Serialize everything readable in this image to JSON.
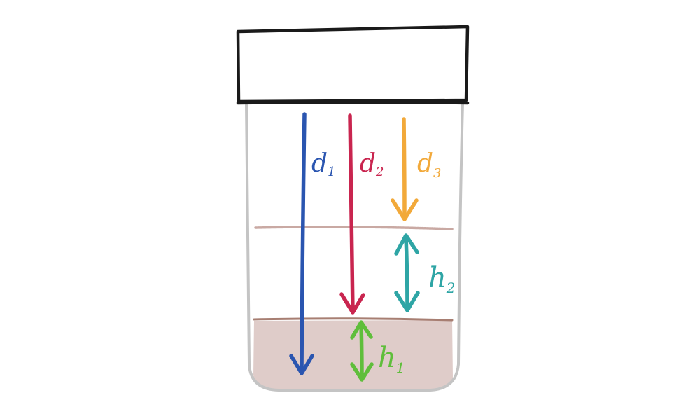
{
  "labels": {
    "d1": {
      "main": "d",
      "sub": "1"
    },
    "d2": {
      "main": "d",
      "sub": "2"
    },
    "d3": {
      "main": "d",
      "sub": "3"
    },
    "h1": {
      "main": "h",
      "sub": "1"
    },
    "h2": {
      "main": "h",
      "sub": "2"
    }
  },
  "colors": {
    "outline": "#1a1a1a",
    "jar_wall": "#c4c4c4",
    "sediment_fill": "#d9c3bf",
    "sediment_line": "#a77e72",
    "mid_line": "#c9a9a3",
    "d1": "#2a55b0",
    "d2": "#c9254f",
    "d3": "#f2a93a",
    "h1": "#5fbe3b",
    "h2": "#2ea5a5"
  }
}
